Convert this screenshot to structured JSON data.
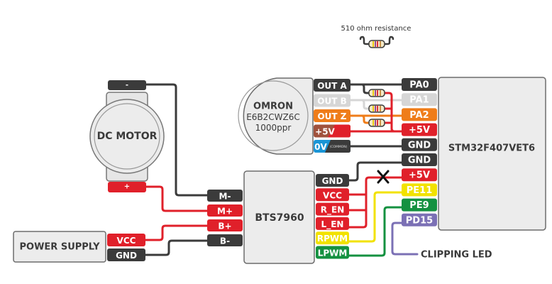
{
  "title_note": "510 ohm resistance",
  "colors": {
    "black": "#3b3b3b",
    "gray_light": "#d6d6d6",
    "orange": "#ef7d1a",
    "red": "#e0202a",
    "brown": "#a0523d",
    "blue": "#1a95d6",
    "yellow": "#f2e200",
    "green": "#149140",
    "purple": "#7b70b5",
    "component_fill": "#ececec",
    "component_stroke": "#6d6d6d"
  },
  "components": {
    "motor": {
      "label": "DC MOTOR",
      "pin_neg": "-",
      "pin_pos": "+"
    },
    "encoder": {
      "brand": "OMRON",
      "model": "E6B2CWZ6C",
      "resolution": "1000ppr",
      "pins": [
        {
          "label": "OUT A",
          "color": "black"
        },
        {
          "label": "OUT B",
          "color": "gray_light"
        },
        {
          "label": "OUT Z",
          "color": "orange"
        },
        {
          "label": "+5V",
          "color": "brown"
        },
        {
          "label": "0V",
          "sub": "(COMMON)",
          "color": "blue"
        }
      ]
    },
    "mcu": {
      "label": "STM32F407VET6",
      "pins": [
        {
          "label": "PA0",
          "color": "black"
        },
        {
          "label": "PA1",
          "color": "gray_light"
        },
        {
          "label": "PA2",
          "color": "orange"
        },
        {
          "label": "+5V",
          "color": "red"
        },
        {
          "label": "GND",
          "color": "black"
        },
        {
          "label": "GND",
          "color": "black"
        },
        {
          "label": "+5V",
          "color": "red"
        },
        {
          "label": "PE11",
          "color": "yellow"
        },
        {
          "label": "PE9",
          "color": "green"
        },
        {
          "label": "PD15",
          "color": "purple"
        }
      ]
    },
    "driver": {
      "label": "BTS7960",
      "left_pins": [
        {
          "label": "M-",
          "color": "black"
        },
        {
          "label": "M+",
          "color": "red"
        },
        {
          "label": "B+",
          "color": "red"
        },
        {
          "label": "B-",
          "color": "black"
        }
      ],
      "right_pins": [
        {
          "label": "GND",
          "color": "black"
        },
        {
          "label": "VCC",
          "color": "red"
        },
        {
          "label": "R_EN",
          "color": "red"
        },
        {
          "label": "L_EN",
          "color": "red"
        },
        {
          "label": "RPWM",
          "color": "yellow"
        },
        {
          "label": "LPWM",
          "color": "green"
        }
      ]
    },
    "power": {
      "label": "POWER SUPPLY",
      "pins": [
        {
          "label": "VCC",
          "color": "red"
        },
        {
          "label": "GND",
          "color": "black"
        }
      ]
    },
    "led": {
      "label": "CLIPPING LED"
    }
  },
  "annotations": {
    "cross_mark": "X"
  }
}
